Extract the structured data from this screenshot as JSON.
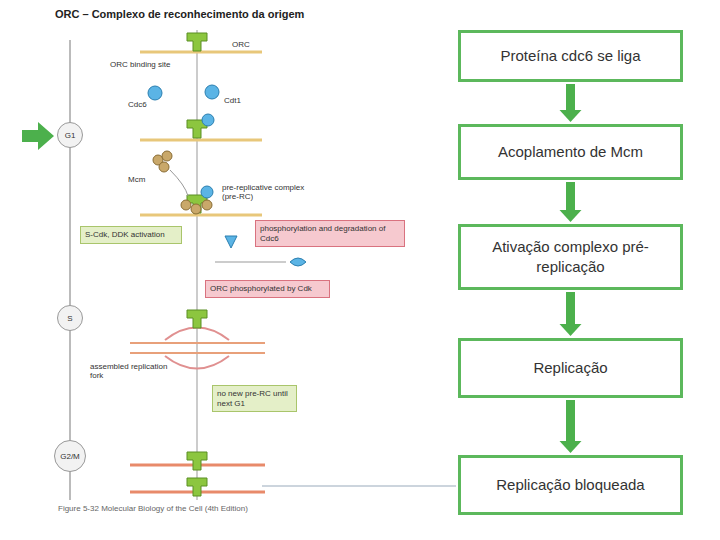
{
  "diagram": {
    "title": "ORC – Complexo de reconhecimento da origem",
    "caption": "Figure 5-32 Molecular Biology of the Cell (4th Edition)",
    "nodes": [
      {
        "text": [
          "G1"
        ]
      },
      {
        "text": [
          "S-Cdk, DDK activation"
        ]
      },
      {
        "text": [
          "phosphorylation and degradation of Cdc6"
        ]
      },
      {
        "text": [
          "ORC phosphorylated by Cdk"
        ]
      },
      {
        "text": [
          "S"
        ]
      },
      {
        "text": [
          "no new pre-RC until next G1"
        ]
      },
      {
        "text": [
          "G2/M"
        ]
      },
      {
        "text": [
          "Proteína cdc6 se liga"
        ]
      },
      {
        "text": [
          "Acoplamento de Mcm"
        ]
      },
      {
        "text": [
          "Ativação complexo pré-replicação"
        ]
      },
      {
        "text": [
          "Replicação"
        ]
      },
      {
        "text": [
          "Replicação bloqueada"
        ]
      }
    ],
    "edges": [
      {
        "from": 7,
        "to": 8,
        "arrow": "to"
      },
      {
        "from": 8,
        "to": 9,
        "arrow": "to"
      },
      {
        "from": 9,
        "to": 10,
        "arrow": "to"
      },
      {
        "from": 10,
        "to": 11,
        "arrow": "to"
      }
    ],
    "labels": [
      "ORC",
      "ORC binding site",
      "Cdc6",
      "Cdt1",
      "Mcm",
      "pre-replicative complex (pre-RC)",
      "assembled replication fork"
    ]
  }
}
